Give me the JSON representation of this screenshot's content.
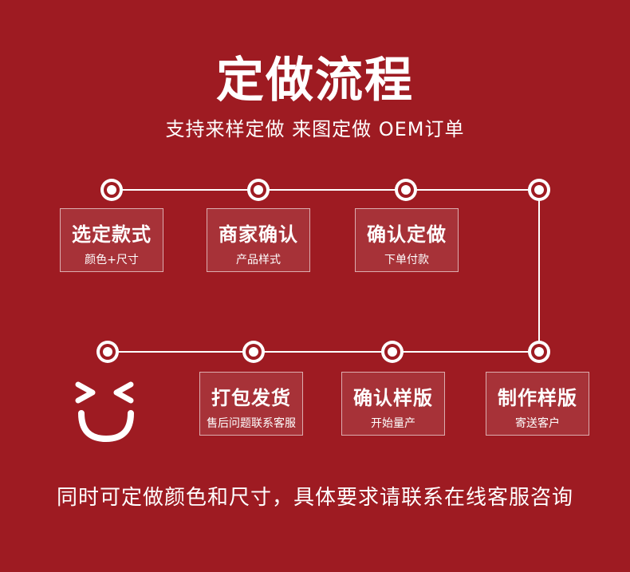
{
  "title": "定做流程",
  "subtitle": "支持来样定做  来图定做  OEM订单",
  "steps": [
    {
      "title": "选定款式",
      "sub": "颜色+尺寸"
    },
    {
      "title": "商家确认",
      "sub": "产品样式"
    },
    {
      "title": "确认定做",
      "sub": "下单付款"
    },
    {
      "title": "打包发货",
      "sub": "售后问题联系客服"
    },
    {
      "title": "确认样版",
      "sub": "开始量产"
    },
    {
      "title": "制作样版",
      "sub": "寄送客户"
    }
  ],
  "footer": "同时可定做颜色和尺寸，具体要求请联系在线客服咨询",
  "icons": [
    "smiley-icon"
  ],
  "colors": {
    "background": "#9e1b22",
    "foreground": "#ffffff"
  }
}
